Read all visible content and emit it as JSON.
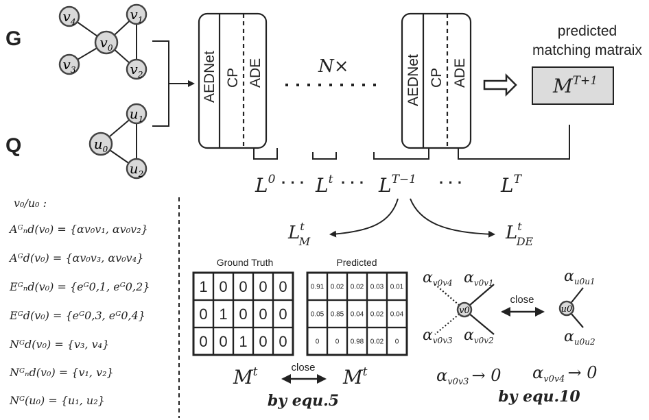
{
  "graphs": {
    "G": {
      "label": "G",
      "nodes": [
        "v4",
        "v1",
        "v0",
        "v3",
        "v2"
      ]
    },
    "Q": {
      "label": "Q",
      "nodes": [
        "u1",
        "u0",
        "u2"
      ]
    }
  },
  "blocks": {
    "first": {
      "name": "AEDNet",
      "cp": "CP",
      "ade": "ADE"
    },
    "repeat": "N×",
    "last": {
      "name": "AEDNet",
      "cp": "CP",
      "ade": "ADE"
    }
  },
  "output": {
    "caption_line1": "predicted",
    "caption_line2": "matching matraix",
    "matrix_label": "M",
    "matrix_sup": "T+1"
  },
  "losses": {
    "l0": {
      "base": "L",
      "sup": "0"
    },
    "lt": {
      "base": "L",
      "sup": "t"
    },
    "lT1": {
      "base": "L",
      "sup": "T−1"
    },
    "lT": {
      "base": "L",
      "sup": "T"
    },
    "dots": "· · ·",
    "lM": {
      "base": "L",
      "sup": "t",
      "sub": "M"
    },
    "lDE": {
      "base": "L",
      "sup": "t",
      "sub": "DE"
    }
  },
  "definitions": [
    "v₀/u₀ :",
    "Aᴳₙd(v₀) = {αv₀v₁, αv₀v₂}",
    "Aᴳd(v₀) = {αv₀v₃, αv₀v₄}",
    "Eᴳₙd(v₀) = {eᴳ0,1, eᴳ0,2}",
    "Eᴳd(v₀) = {eᴳ0,3, eᴳ0,4}",
    "Nᴳd(v₀) = {v₃, v₄}",
    "Nᴳₙd(v₀) = {v₁, v₂}",
    "Nᴳ(u₀) = {u₁, u₂}"
  ],
  "matrices": {
    "ground_truth": {
      "title": "Ground Truth",
      "rows": [
        [
          "1",
          "0",
          "0",
          "0",
          "0"
        ],
        [
          "0",
          "1",
          "0",
          "0",
          "0"
        ],
        [
          "0",
          "0",
          "1",
          "0",
          "0"
        ]
      ]
    },
    "predicted": {
      "title": "Predicted",
      "rows": [
        [
          "0.91",
          "0.02",
          "0.02",
          "0.03",
          "0.01"
        ],
        [
          "0.05",
          "0.85",
          "0.04",
          "0.02",
          "0.04"
        ],
        [
          "0",
          "0",
          "0.98",
          "0.02",
          "0"
        ]
      ]
    },
    "label_left": "M",
    "label_right": "M",
    "label_sup": "t",
    "close": "close",
    "equation": "by equ.5"
  },
  "attention": {
    "left_center": "v0",
    "right_center": "u0",
    "close": "close",
    "left_labels": {
      "top_left": "v0v4",
      "top_right": "v0v1",
      "bottom_left": "v0v3",
      "bottom_right": "v0v2"
    },
    "right_labels": {
      "top": "u0u1",
      "bottom": "u0u2"
    },
    "limit1": "v0v3",
    "limit2": "v0v4",
    "arrow_zero": "→ 0",
    "equation": "by equ.10"
  }
}
